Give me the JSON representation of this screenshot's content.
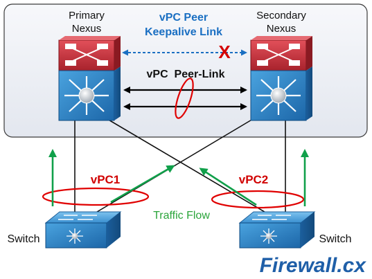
{
  "labels": {
    "primary_line1": "Primary",
    "primary_line2": "Nexus",
    "secondary_line1": "Secondary",
    "secondary_line2": "Nexus",
    "keepalive_line1": "vPC Peer",
    "keepalive_line2": "Keepalive Link",
    "peer_link": "vPC  Peer-Link",
    "vpc1": "vPC1",
    "vpc2": "vPC2",
    "traffic_flow": "Traffic Flow",
    "switch_left": "Switch",
    "switch_right": "Switch",
    "failure_mark": "X"
  },
  "brand": {
    "name_part1": "Firewall",
    "name_part2": ".cx"
  },
  "colors": {
    "keepalive_text": "#1a6fc2",
    "vpc_label": "#d10000",
    "traffic_flow": "#2aa43a",
    "arrow_green": "#10a04a",
    "ellipse_red": "#e00000",
    "failure_red": "#d40000",
    "nexus_top": "#c8323c",
    "nexus_body": "#2f86c8",
    "switch_body": "#2f86c8",
    "brand_blue": "#1f5fa8",
    "panel_fill": "#eef1f6",
    "panel_border": "#3a3a3a"
  }
}
